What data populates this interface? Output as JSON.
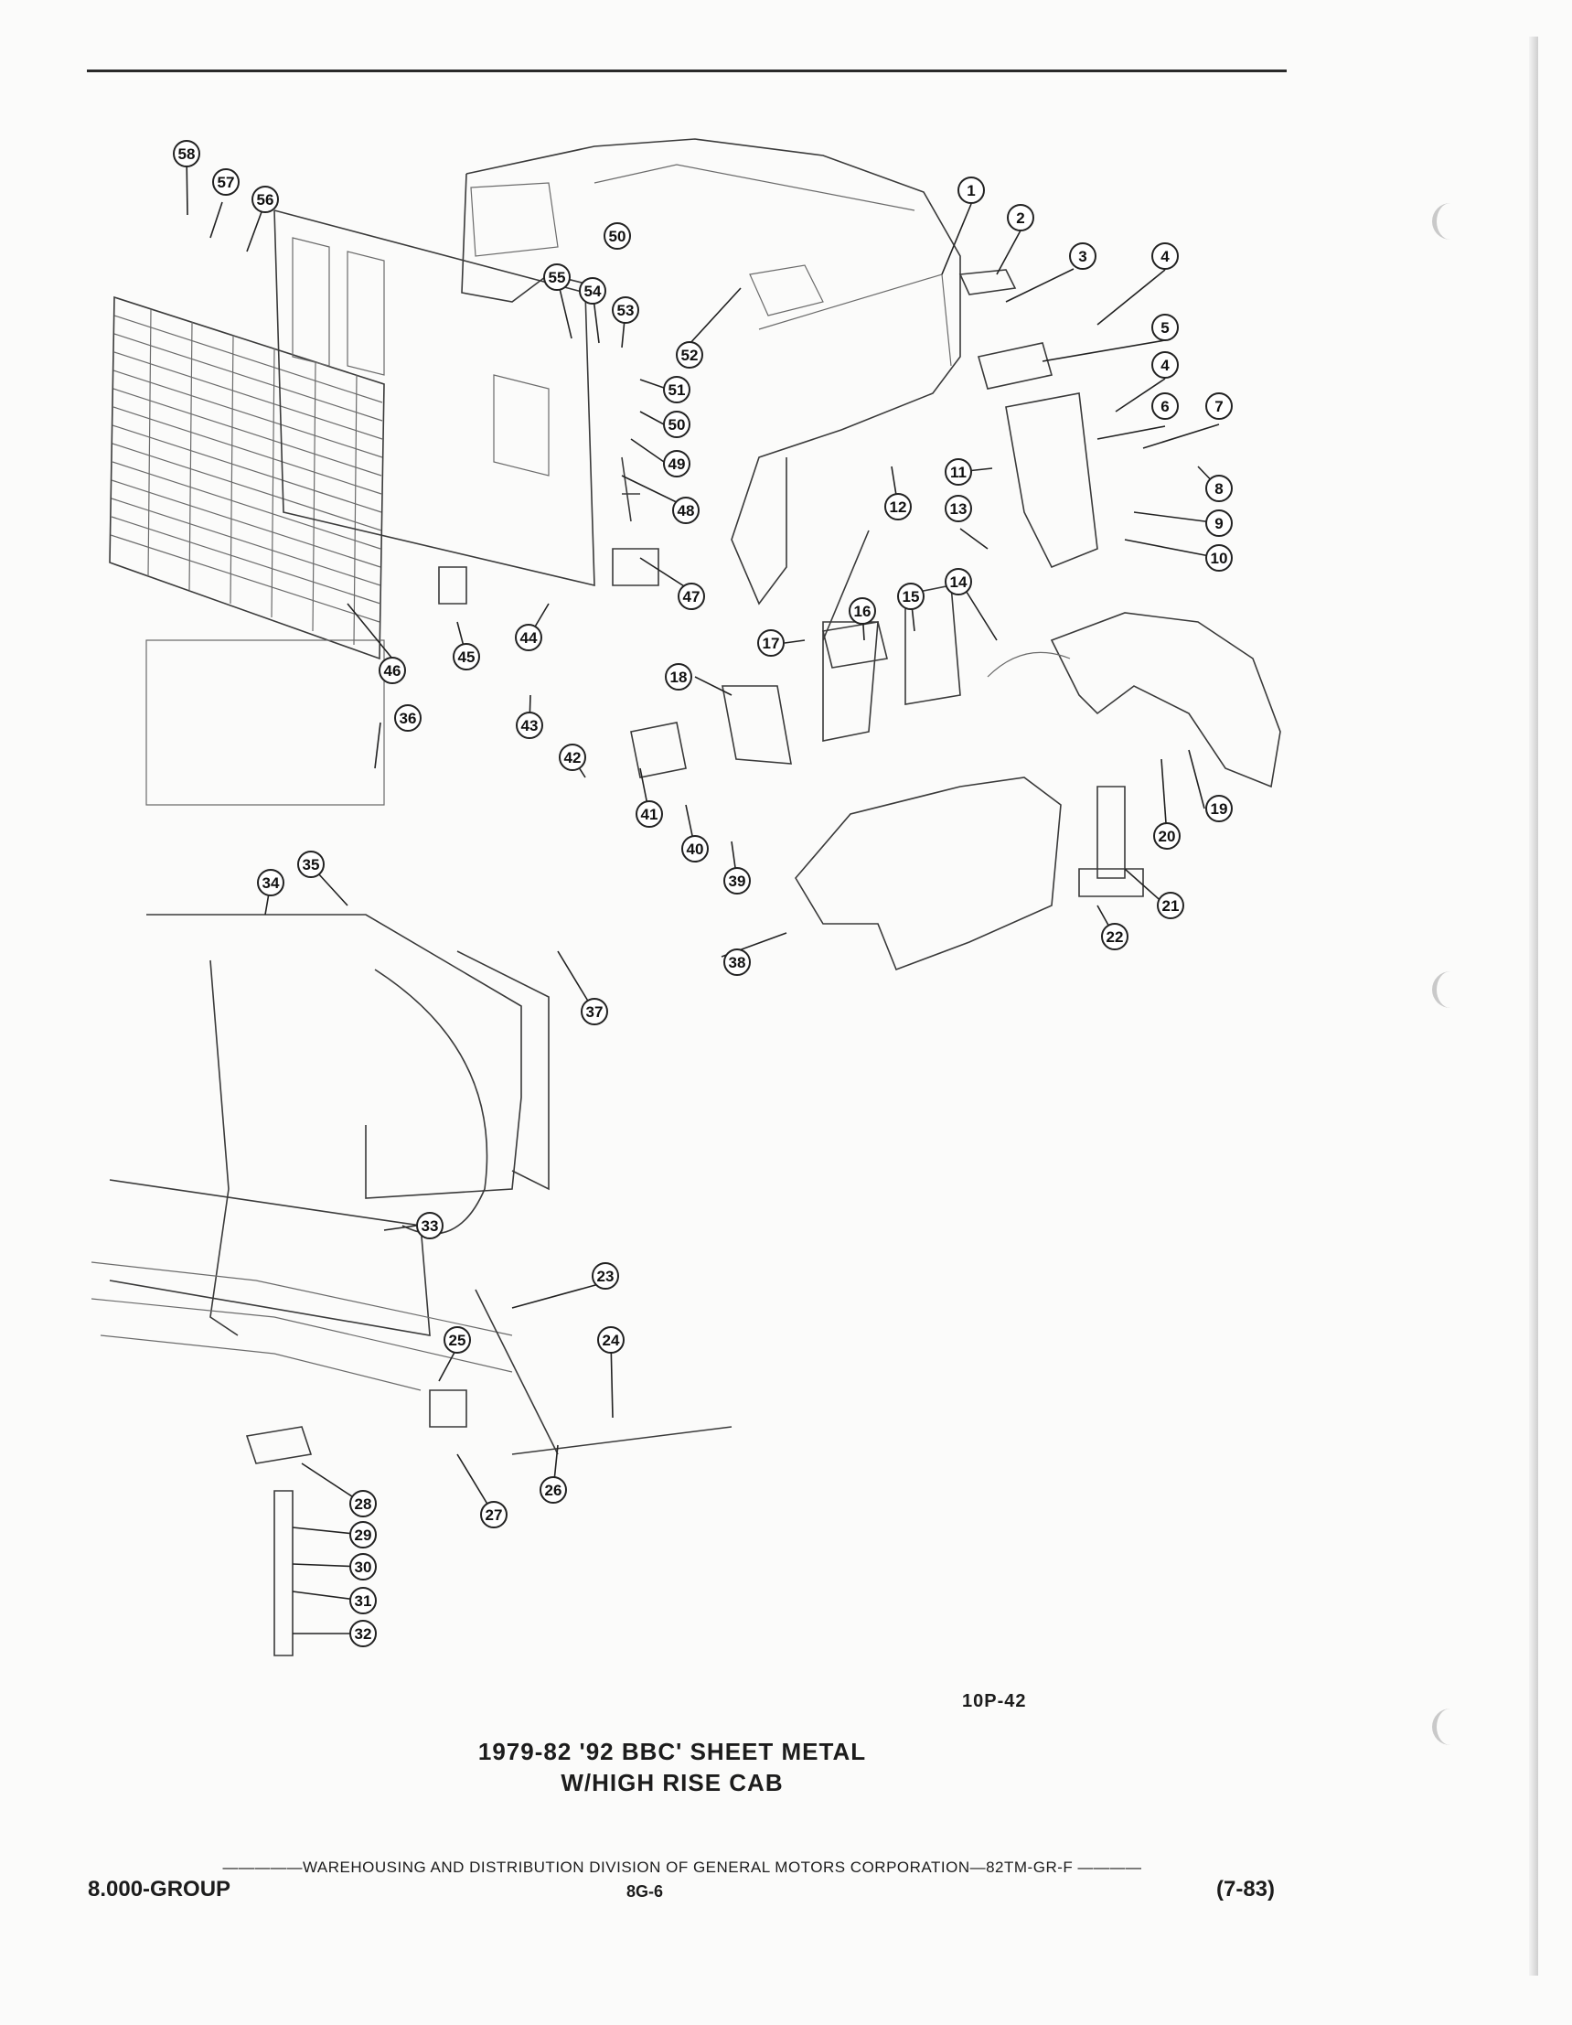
{
  "diagram": {
    "callouts": [
      "1",
      "2",
      "3",
      "4",
      "5",
      "4",
      "6",
      "7",
      "8",
      "9",
      "10",
      "11",
      "12",
      "13",
      "14",
      "15",
      "16",
      "17",
      "18",
      "19",
      "20",
      "21",
      "22",
      "23",
      "24",
      "25",
      "26",
      "27",
      "28",
      "29",
      "30",
      "31",
      "32",
      "33",
      "34",
      "35",
      "36",
      "37",
      "38",
      "39",
      "40",
      "41",
      "42",
      "43",
      "44",
      "45",
      "46",
      "47",
      "48",
      "49",
      "50",
      "51",
      "52",
      "53",
      "54",
      "55",
      "50",
      "56",
      "57",
      "58"
    ]
  },
  "figure": {
    "reference": "10P-42",
    "title_line1": "1979-82 '92 BBC' SHEET METAL",
    "title_line2": "W/HIGH RISE CAB"
  },
  "footer": {
    "division_line": "—————WAREHOUSING AND DISTRIBUTION  DIVISION OF GENERAL MOTORS CORPORATION—82TM-GR-F  ————",
    "group": "8.000-GROUP",
    "page": "8G-6",
    "revision": "(7-83)"
  }
}
